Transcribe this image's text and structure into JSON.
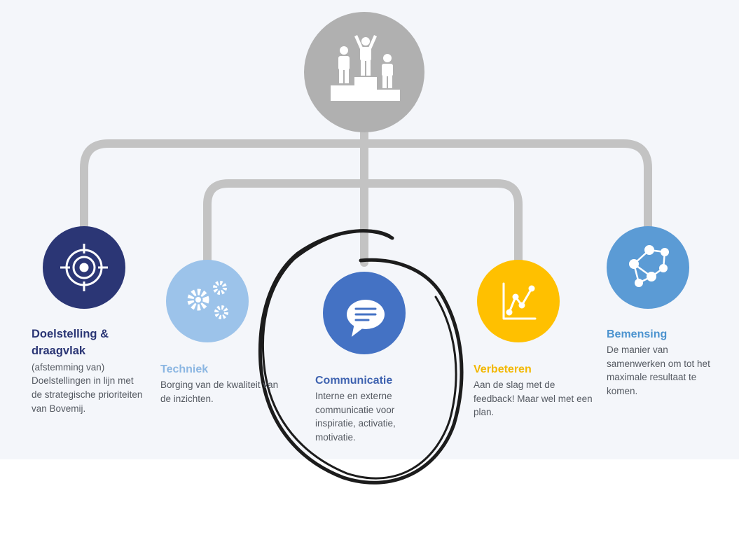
{
  "colors": {
    "connector": "#c3c3c3",
    "top_circle": "#b0b0b0",
    "doelstelling": "#2b3675",
    "techniek": "#9cc3ea",
    "communicatie": "#4472c4",
    "verbeteren": "#ffc000",
    "bemensing": "#5b9bd5",
    "annotation": "#1c1c1c"
  },
  "top_node": {
    "icon": "podium-icon"
  },
  "nodes": {
    "doelstelling": {
      "icon": "target-icon",
      "title": "Doelstelling & draagvlak",
      "description": "(afstemming van) Doelstellingen in lijn met de strategische prioriteiten van Bovemij."
    },
    "techniek": {
      "icon": "gears-icon",
      "title": "Techniek",
      "description": "Borging van de kwaliteit van de inzichten."
    },
    "communicatie": {
      "icon": "chat-bubble-icon",
      "title": "Communicatie",
      "description": "Interne en externe communicatie voor inspiratie, activatie, motivatie."
    },
    "verbeteren": {
      "icon": "line-chart-icon",
      "title": "Verbeteren",
      "description": "Aan de slag met de feedback! Maar wel met een plan."
    },
    "bemensing": {
      "icon": "people-network-icon",
      "title": "Bemensing",
      "description": "De manier van samenwerken om tot het maximale resultaat te komen."
    }
  },
  "annotation": {
    "type": "hand-drawn-circle",
    "target": "communicatie"
  }
}
